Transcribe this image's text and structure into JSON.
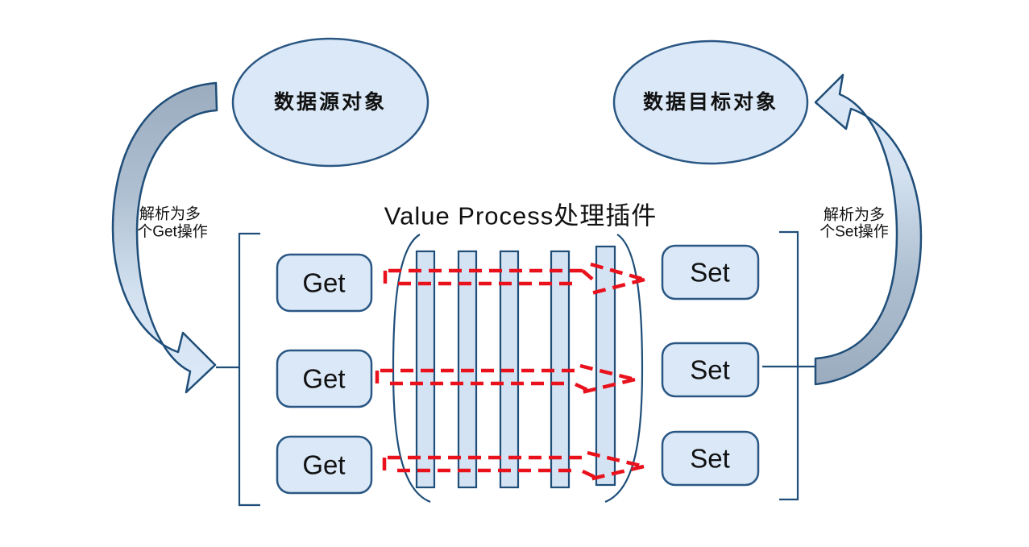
{
  "diagram": {
    "title": "Value Process处理插件",
    "source": {
      "label": "数据源对象"
    },
    "target": {
      "label": "数据目标对象"
    },
    "left_note": {
      "line1": "解析为多",
      "line2": "个Get操作"
    },
    "right_note": {
      "line1": "解析为多",
      "line2": "个Set操作"
    },
    "get_boxes": [
      {
        "label": "Get"
      },
      {
        "label": "Get"
      },
      {
        "label": "Get"
      }
    ],
    "set_boxes": [
      {
        "label": "Set"
      },
      {
        "label": "Set"
      },
      {
        "label": "Set"
      }
    ],
    "plugin_bars_count": 5,
    "red_flow_arrows_count": 3,
    "colors": {
      "shape_fill": "#dbe8f7",
      "shape_stroke": "#2a5784",
      "line_stroke": "#1f4e79",
      "bar_fill": "#d4e3f3",
      "red_arrow": "#e8111c",
      "arrow_tail_gray": "#9cacbf",
      "text": "#111111"
    }
  }
}
